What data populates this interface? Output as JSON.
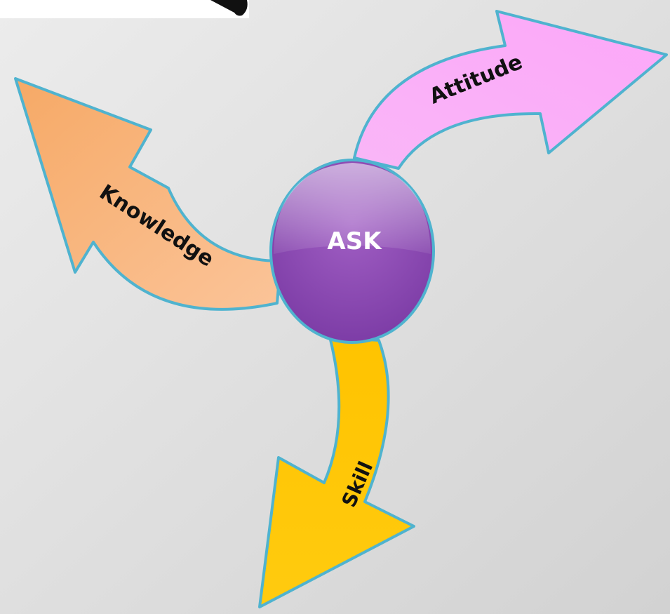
{
  "center": {
    "label": "ASK"
  },
  "arrows": {
    "knowledge": {
      "label": "Knowledge"
    },
    "attitude": {
      "label": "Attitude"
    },
    "skill": {
      "label": "Skill"
    }
  },
  "colors": {
    "background": "#dedede",
    "knowledge_fill": "#f7b07a",
    "attitude_fill": "#fbaefb",
    "skill_fill": "#ffc600",
    "outline": "#4fb3cf",
    "center_fill": "#8a45b3",
    "center_text": "#ffffff"
  }
}
